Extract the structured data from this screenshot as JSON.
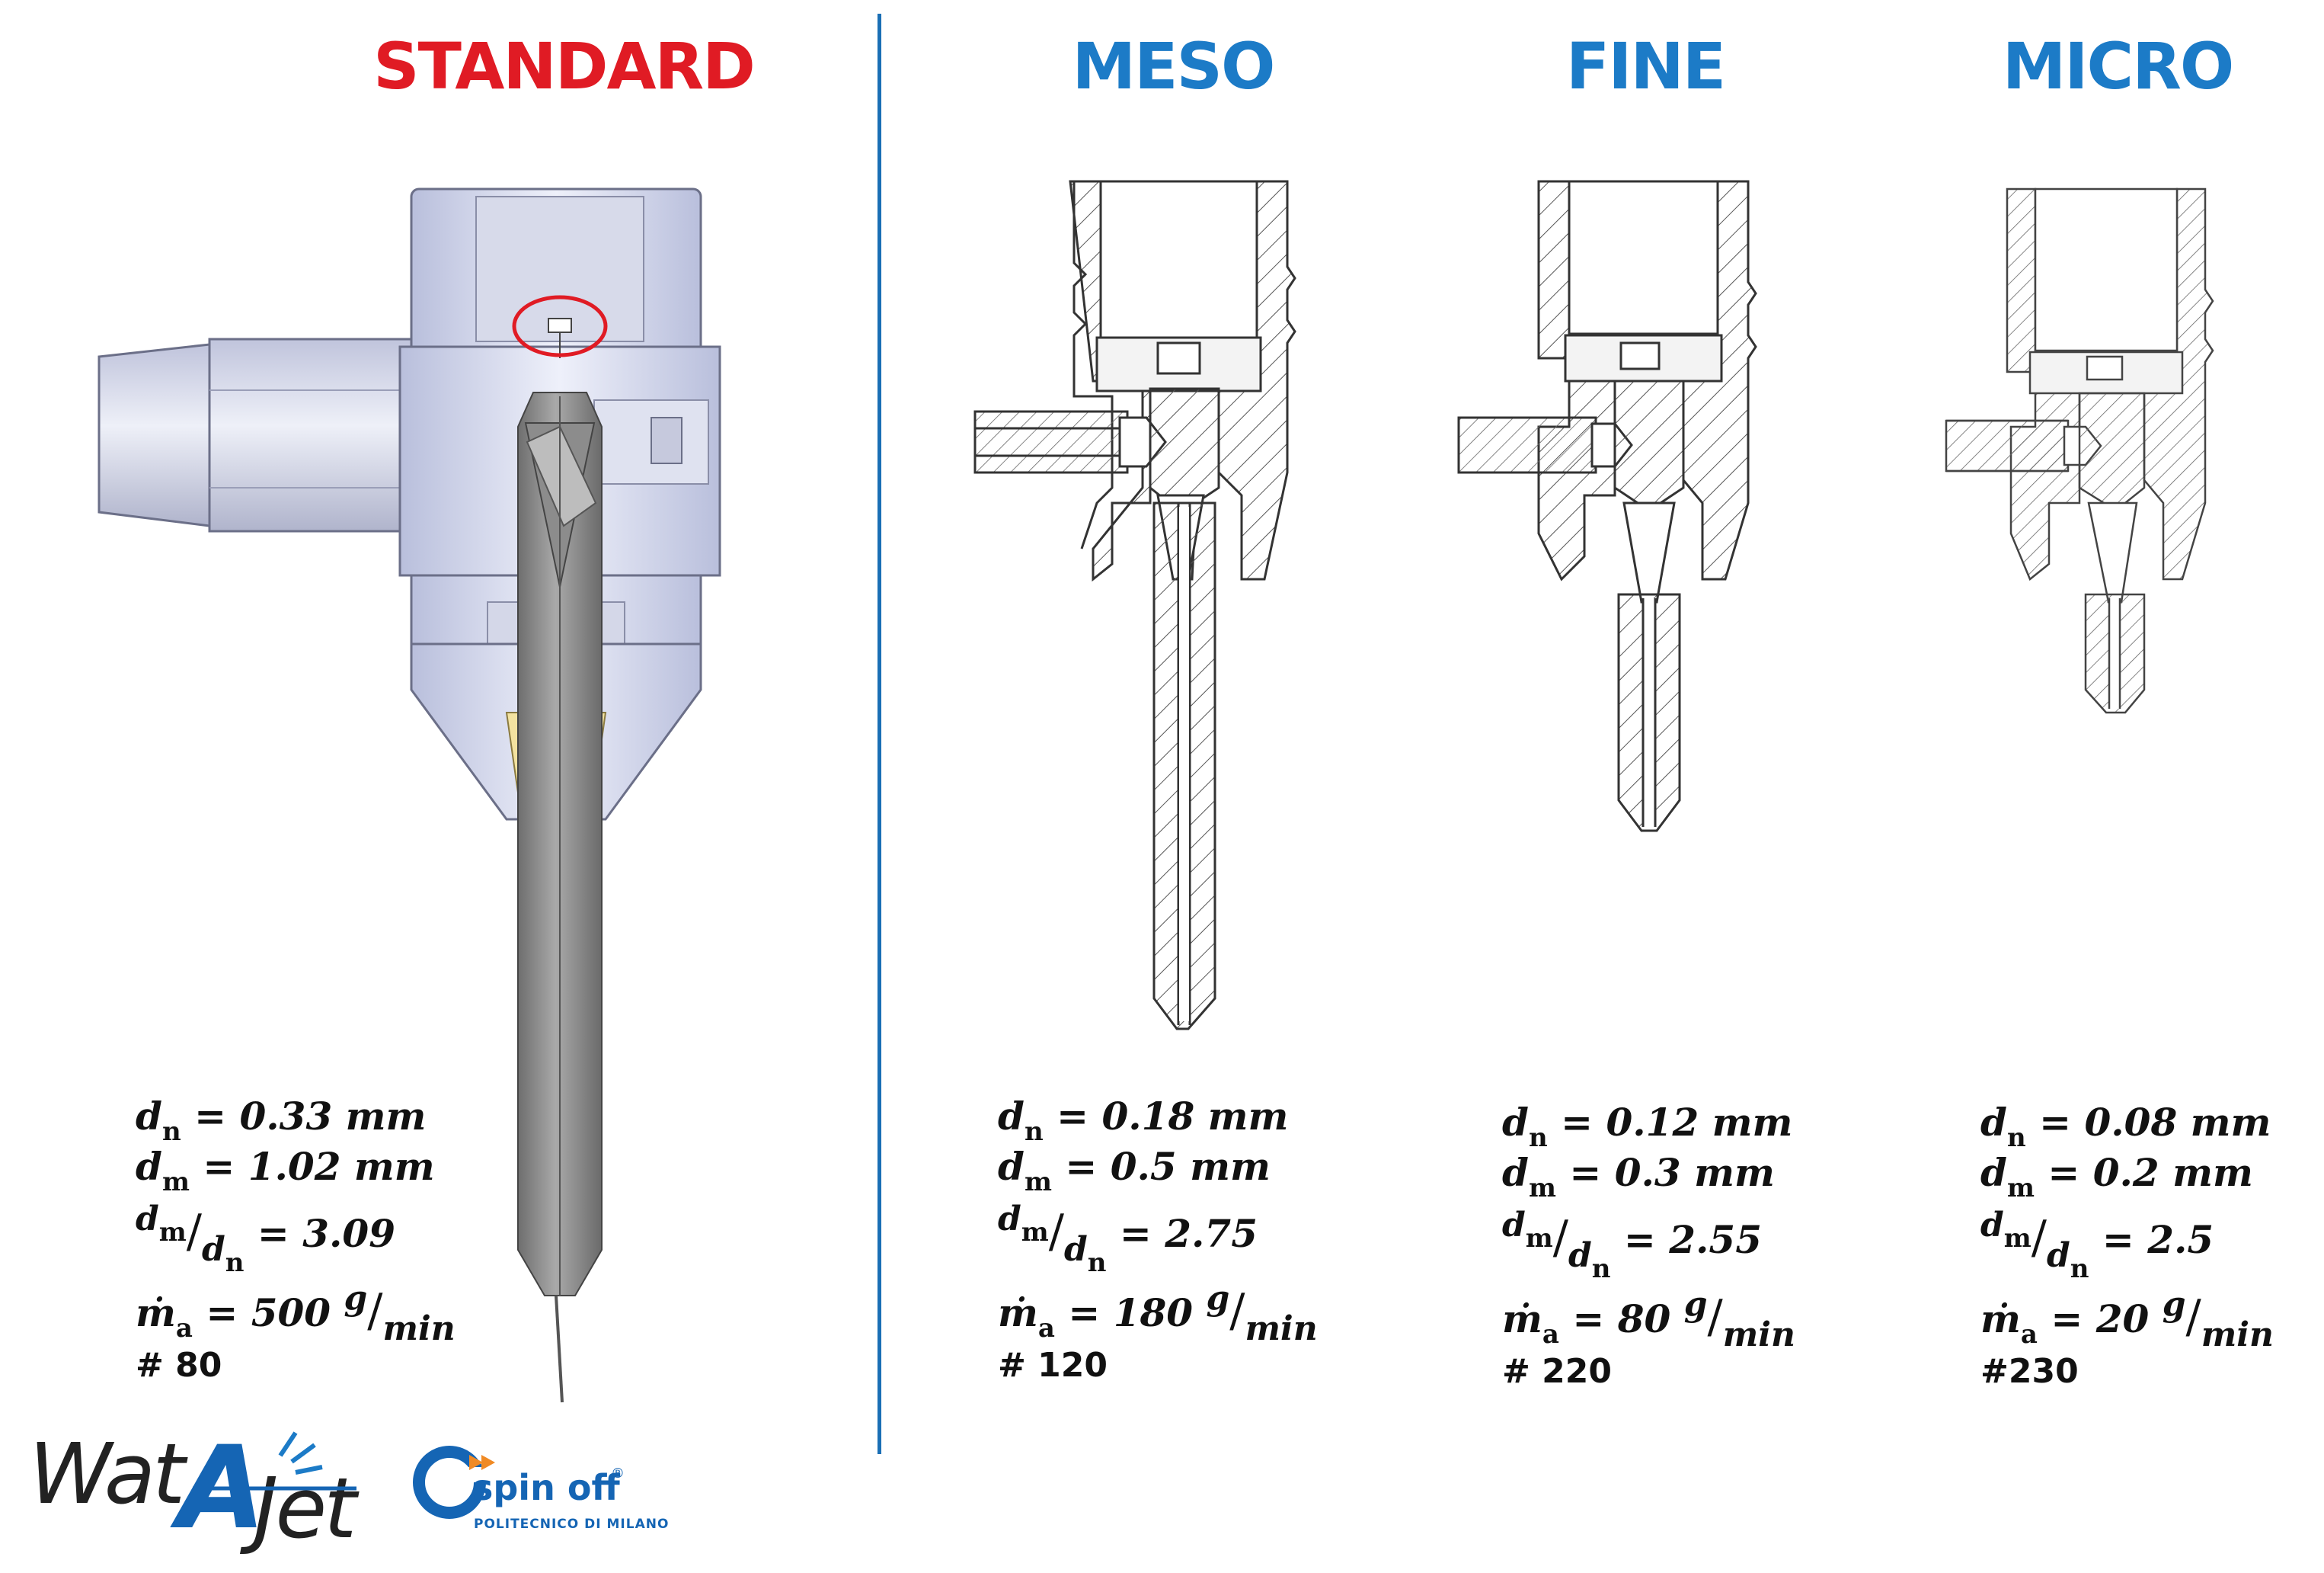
{
  "titles": {
    "standard": "STANDARD",
    "meso": "MESO",
    "fine": "FINE",
    "micro": "MICRO"
  },
  "colors": {
    "standard_red": "#e01b24",
    "blue": "#1c7bc7",
    "divider": "#1a6fb5"
  },
  "nozzles": [
    {
      "id": "standard",
      "dn": "0.33",
      "dm": "1.02",
      "ratio": "3.09",
      "ma": "500",
      "code": "# 80"
    },
    {
      "id": "meso",
      "dn": "0.18",
      "dm": "0.5",
      "ratio": "2.75",
      "ma": "180",
      "code": "# 120"
    },
    {
      "id": "fine",
      "dn": "0.12",
      "dm": "0.3",
      "ratio": "2.55",
      "ma": "80",
      "code": "# 220"
    },
    {
      "id": "micro",
      "dn": "0.08",
      "dm": "0.2",
      "ratio": "2.5",
      "ma": "20",
      "code": "#230"
    }
  ],
  "symbols": {
    "d": "d",
    "n": "n",
    "m": "m",
    "m_dot": "ṁ",
    "a": "a",
    "eq": "=",
    "mm": "mm",
    "g": "g",
    "min": "min",
    "slash": "/"
  },
  "logos": {
    "watajet_wat": "Wat",
    "watajet_a": "A",
    "watajet_jet": "Jet",
    "spinoff": "spin off",
    "spinoff_reg": "®",
    "polimi": "POLITECNICO DI MILANO"
  }
}
